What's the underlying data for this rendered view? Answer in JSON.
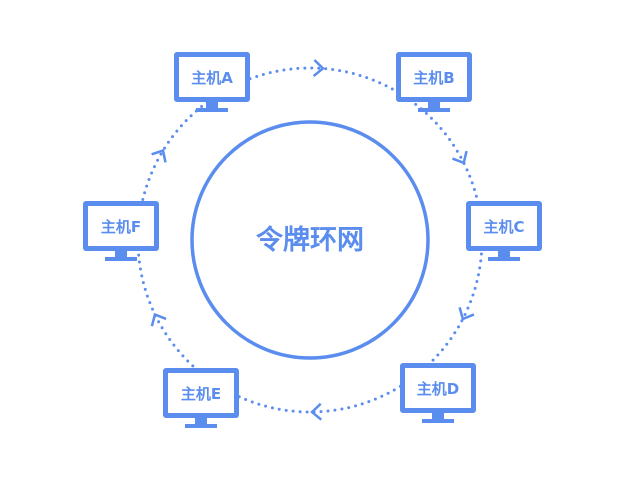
{
  "title": "令牌环网",
  "hosts": [
    {
      "label": "主机A"
    },
    {
      "label": "主机B"
    },
    {
      "label": "主机C"
    },
    {
      "label": "主机D"
    },
    {
      "label": "主机E"
    },
    {
      "label": "主机F"
    }
  ],
  "colors": {
    "accent": "#5b8def"
  }
}
